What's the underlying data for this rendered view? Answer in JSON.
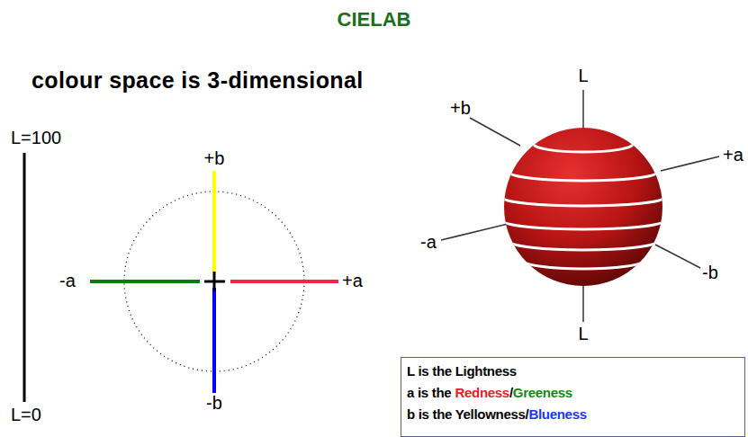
{
  "diagram": {
    "title": "CIELAB",
    "nodes": [
      {
        "text": [
          "L is the Lightness",
          "a is the",
          "Redness",
          "/",
          "Greeness",
          "b is the Yellowness/",
          "Blueness"
        ]
      }
    ],
    "labels": [
      "colour space is 3-dimensional",
      "L=100",
      "L=0",
      "+b",
      "-a",
      "+a",
      "-b",
      "L",
      "+b",
      "+a",
      "-a",
      "-b",
      "L"
    ]
  }
}
